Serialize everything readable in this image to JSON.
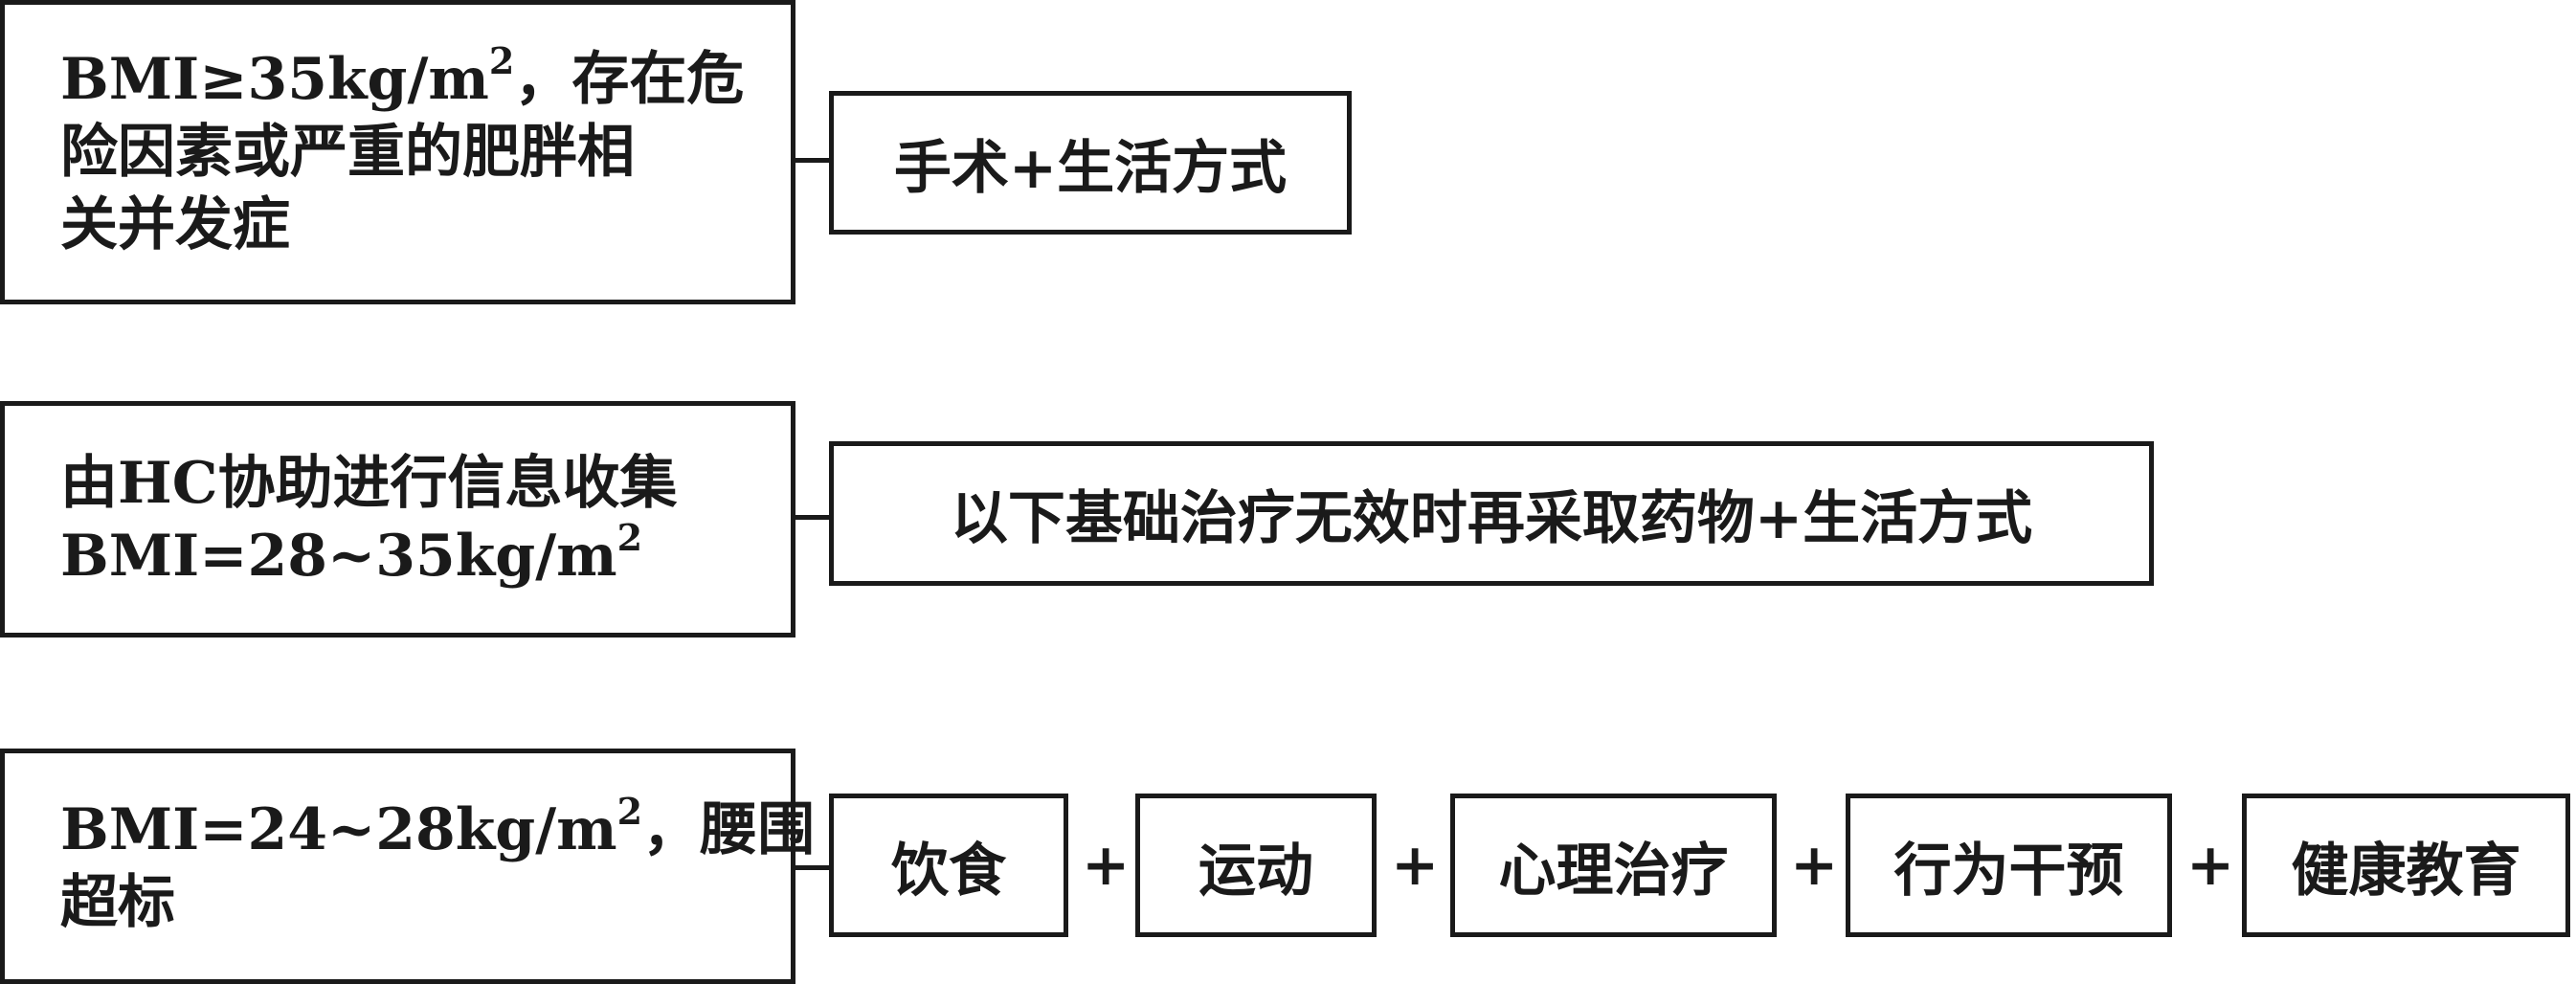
{
  "rows": [
    {
      "condition": {
        "line1_pre": "BMI≥35kg/m",
        "line1_sup": "2",
        "line1_post": "，存在危",
        "line2": "险因素或严重的肥胖相",
        "line3": "关并发症"
      },
      "treatment": "手术+生活方式"
    },
    {
      "condition": {
        "line1": "由HC协助进行信息收集",
        "line2_pre": "BMI=28~35kg/m",
        "line2_sup": "2"
      },
      "treatment": "以下基础治疗无效时再采取药物+生活方式"
    },
    {
      "condition": {
        "line1_pre": "BMI=24~28kg/m",
        "line1_sup": "2",
        "line1_post": "，腰围",
        "line2": "超标"
      },
      "treatments": [
        "饮食",
        "运动",
        "心理治疗",
        "行为干预",
        "健康教育"
      ],
      "plus_sign": "+"
    }
  ]
}
